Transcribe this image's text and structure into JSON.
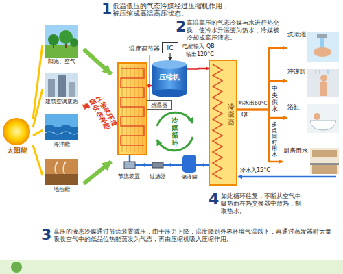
{
  "diagram": {
    "nodes": [
      {
        "text": [
          "太阳能"
        ]
      },
      {
        "text": [
          "阳光、空气"
        ]
      },
      {
        "text": [
          "建筑空调废热"
        ]
      },
      {
        "text": [
          "海洋能"
        ]
      },
      {
        "text": [
          "地热能"
        ]
      },
      {
        "text": [
          "IC"
        ]
      },
      {
        "text": [
          "压缩机"
        ]
      },
      {
        "text": [
          "感温器"
        ]
      },
      {
        "text": [
          "冷凝器"
        ]
      },
      {
        "text": [
          "节流装置"
        ]
      },
      {
        "text": [
          "过滤器"
        ]
      },
      {
        "text": [
          "储液罐"
        ]
      },
      {
        "text": [
          "洗漱池"
        ]
      },
      {
        "text": [
          "冲凉房"
        ]
      },
      {
        "text": [
          "浴缸"
        ]
      },
      {
        "text": [
          "厨房用水"
        ]
      }
    ],
    "edges": [
      {
        "from": 0,
        "to": 1,
        "arrow": "none"
      },
      {
        "from": 0,
        "to": 2,
        "arrow": "none"
      },
      {
        "from": 0,
        "to": 3,
        "arrow": "none"
      },
      {
        "from": 0,
        "to": 4,
        "arrow": "none"
      },
      {
        "from": 5,
        "to": 6,
        "arrow": "to"
      },
      {
        "from": 6,
        "to": 8,
        "arrow": "to",
        "label": "输出120°C"
      },
      {
        "from": 8,
        "to": 12,
        "arrow": "to",
        "label": "热水出60°C"
      },
      {
        "from": 8,
        "to": 13,
        "arrow": "to"
      },
      {
        "from": 8,
        "to": 14,
        "arrow": "to"
      },
      {
        "from": 8,
        "to": 15,
        "arrow": "to"
      },
      {
        "from": 8,
        "to": 11,
        "arrow": "to"
      },
      {
        "from": 11,
        "to": 10,
        "arrow": "to"
      },
      {
        "from": 10,
        "to": 9,
        "arrow": "to"
      }
    ],
    "labels": [
      "1",
      "低温低压的气态冷媒经过压缩机作用，被压缩成高温高压状态。",
      "2",
      "高温高压的气态冷媒与水进行热交换，使冷水升温变为热水，冷媒被冷却成高压液态。",
      "温度调节器",
      "电能输入",
      "QB",
      "从地球环境吸收各种能量",
      "冷媒循环",
      "QC",
      "中央供水",
      "多点同时用水",
      "冷水入15°C",
      "4",
      "如此循环往复，不断从空气中吸热而在热交换器中放热，制取热水。",
      "3",
      "高压的液态冷媒通过节流装置减压，由于压力下降，温度降到外界环境气温以下，再通过蒸发器时大量吸收空气中的低品位热能蒸发为气态，再由压缩机吸入压缩作用。"
    ]
  }
}
